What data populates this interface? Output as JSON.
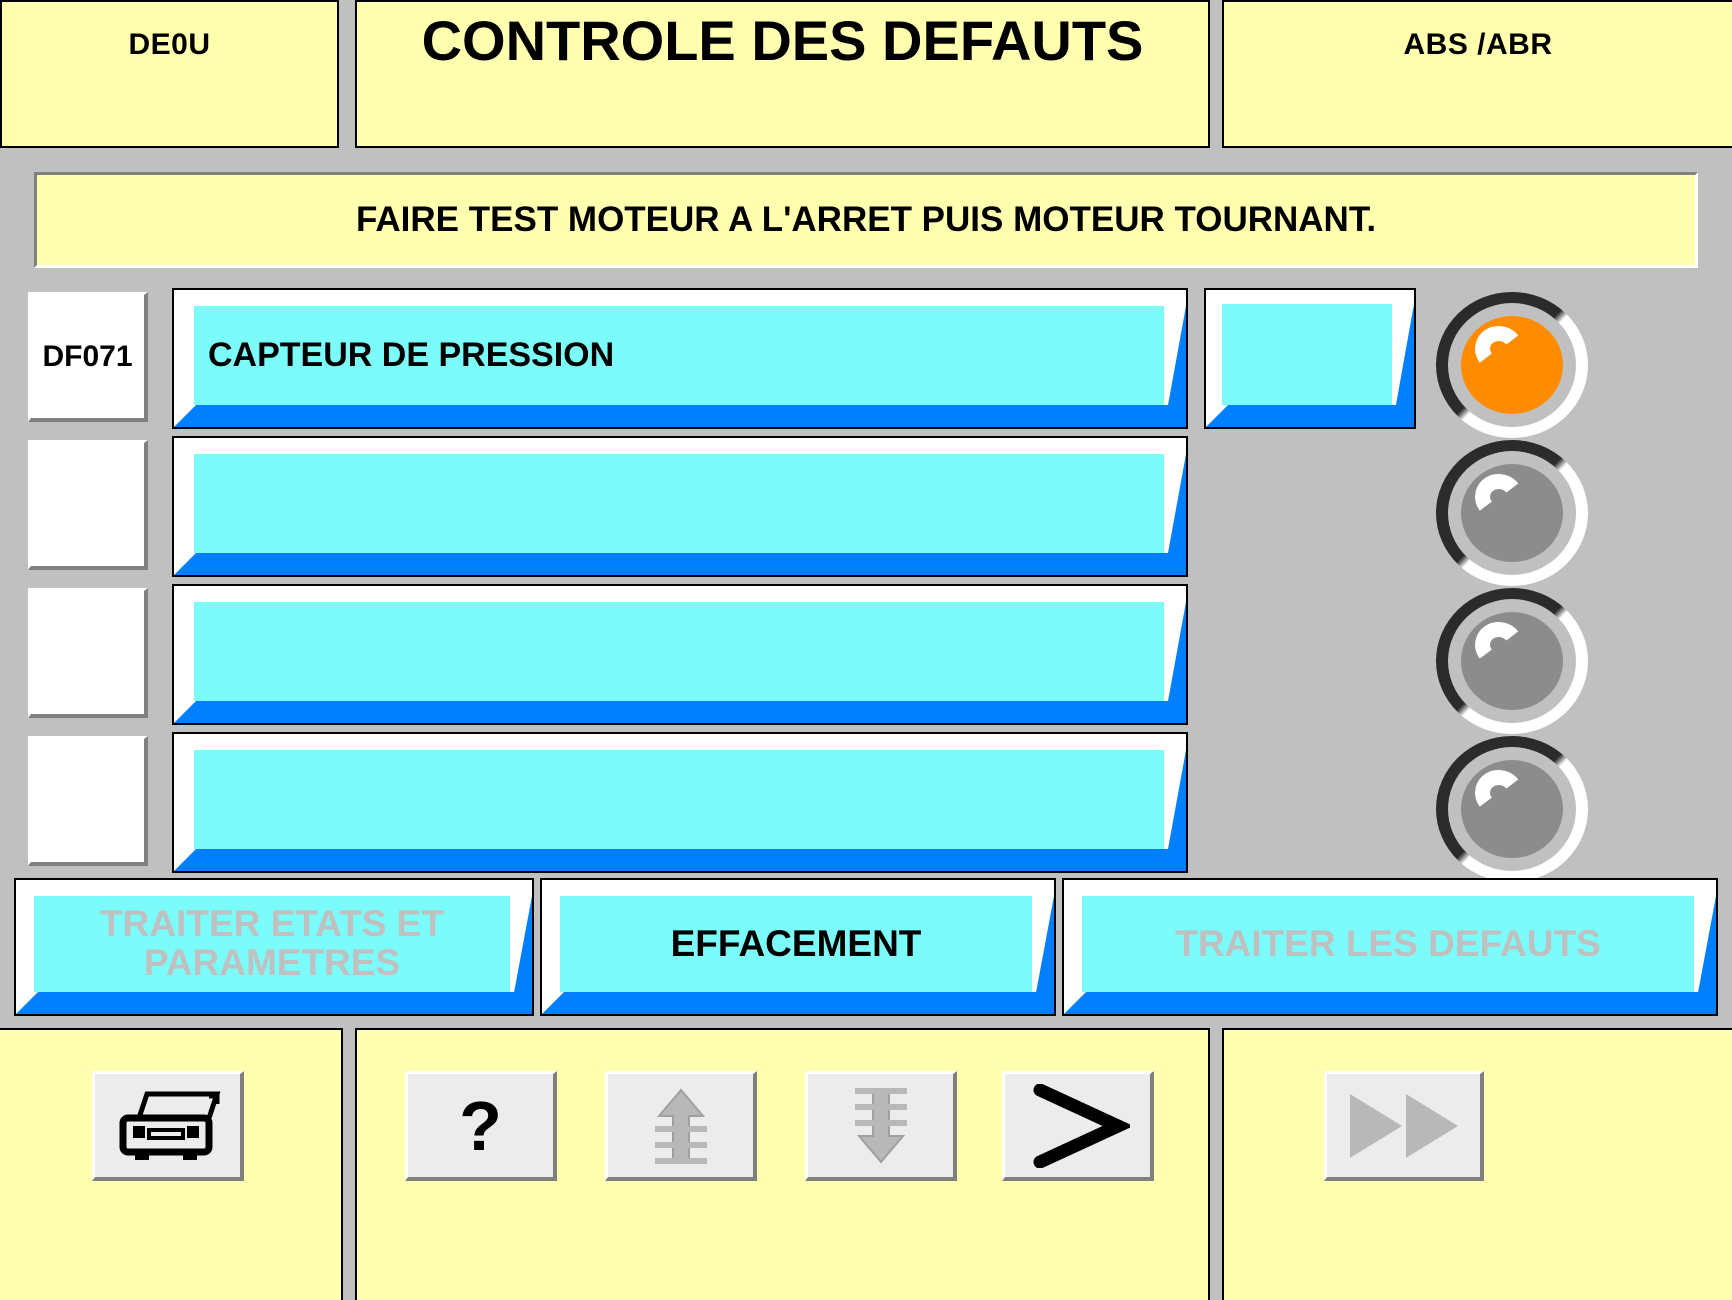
{
  "header": {
    "left_label": "DE0U",
    "title": "CONTROLE DES DEFAUTS",
    "right_label": "ABS /ABR"
  },
  "instruction": {
    "text": "FAIRE TEST MOTEUR A L'ARRET PUIS MOTEUR TOURNANT."
  },
  "fault_list": {
    "rows": [
      {
        "code": "DF071",
        "description": "CAPTEUR DE PRESSION"
      },
      {
        "code": "",
        "description": ""
      },
      {
        "code": "",
        "description": ""
      },
      {
        "code": "",
        "description": ""
      }
    ]
  },
  "status_cells": [
    {
      "value": ""
    }
  ],
  "indicators": [
    {
      "name": "led-1",
      "state": "active",
      "color": "#ff8c00"
    },
    {
      "name": "led-2",
      "state": "inactive",
      "color": "#8c8c8c"
    },
    {
      "name": "led-3",
      "state": "inactive",
      "color": "#8c8c8c"
    },
    {
      "name": "led-4",
      "state": "inactive",
      "color": "#8c8c8c"
    }
  ],
  "actions": [
    {
      "label": "TRAITER ETATS ET PARAMETRES",
      "enabled": false
    },
    {
      "label": "EFFACEMENT",
      "enabled": true
    },
    {
      "label": "TRAITER LES DEFAUTS",
      "enabled": false
    }
  ],
  "toolbar": {
    "left": [
      {
        "icon": "printer-icon",
        "label": ""
      }
    ],
    "middle": [
      {
        "icon": "help-question-icon",
        "label": "?"
      },
      {
        "icon": "scroll-up-icon",
        "label": ""
      },
      {
        "icon": "scroll-down-icon",
        "label": ""
      },
      {
        "icon": "next-chevron-icon",
        "label": ">"
      }
    ],
    "right": [
      {
        "icon": "fast-forward-icon",
        "label": ""
      }
    ]
  },
  "colors": {
    "panel_yellow": "#ffffaf",
    "field_cyan": "#7cfbfb",
    "shadow_blue": "#0080ff",
    "background_gray": "#c0c0c0",
    "led_active": "#ff8c00",
    "led_inactive": "#8c8c8c",
    "text_disabled": "#c0c0c0"
  }
}
